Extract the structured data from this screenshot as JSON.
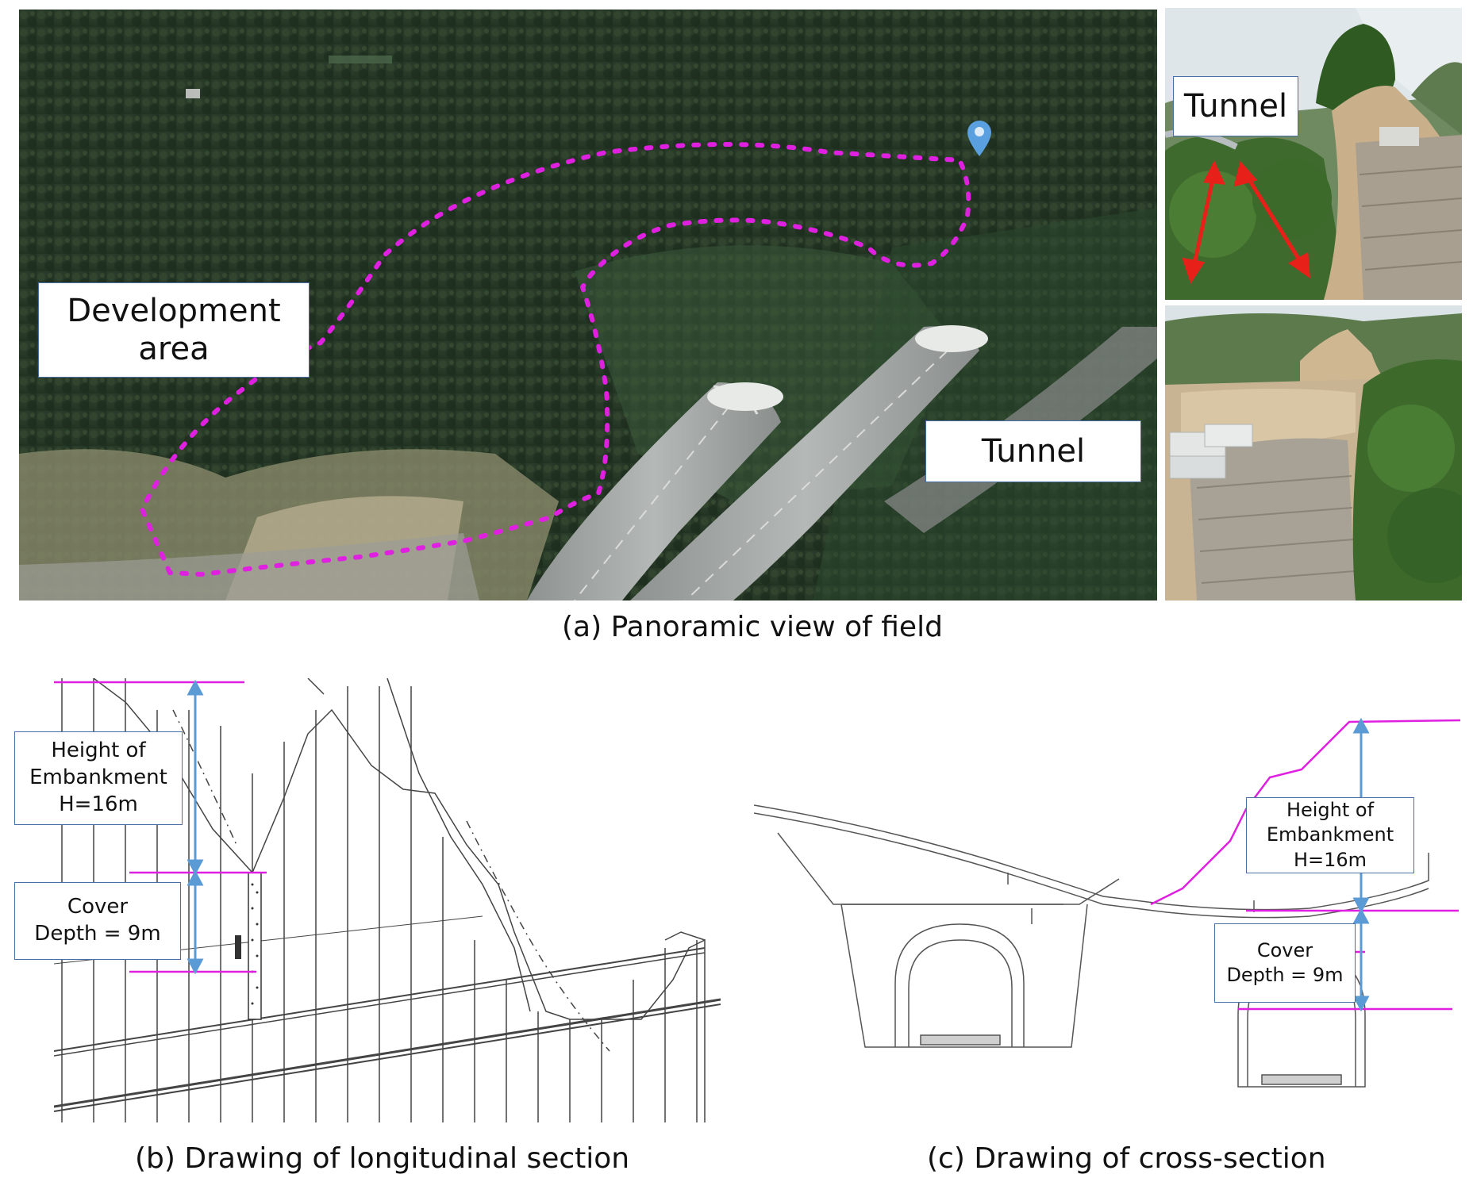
{
  "panel_a": {
    "label_development": "Development\narea",
    "label_tunnel_main": "Tunnel",
    "label_tunnel_photo": "Tunnel",
    "caption": "(a) Panoramic view of field"
  },
  "panel_b": {
    "height_label": "Height of\nEmbankment\nH=16m",
    "cover_label": "Cover\nDepth = 9m",
    "caption": "(b) Drawing of longitudinal section"
  },
  "panel_c": {
    "height_label": "Height of\nEmbankment\nH=16m",
    "cover_label": "Cover\nDepth = 9m",
    "caption": "(c) Drawing of cross-section"
  },
  "colors": {
    "boundary": "#e020e0",
    "dimension_arrow": "#5b9bd5",
    "photo_arrow": "#e8201a",
    "label_border": "#4a6fa5"
  }
}
